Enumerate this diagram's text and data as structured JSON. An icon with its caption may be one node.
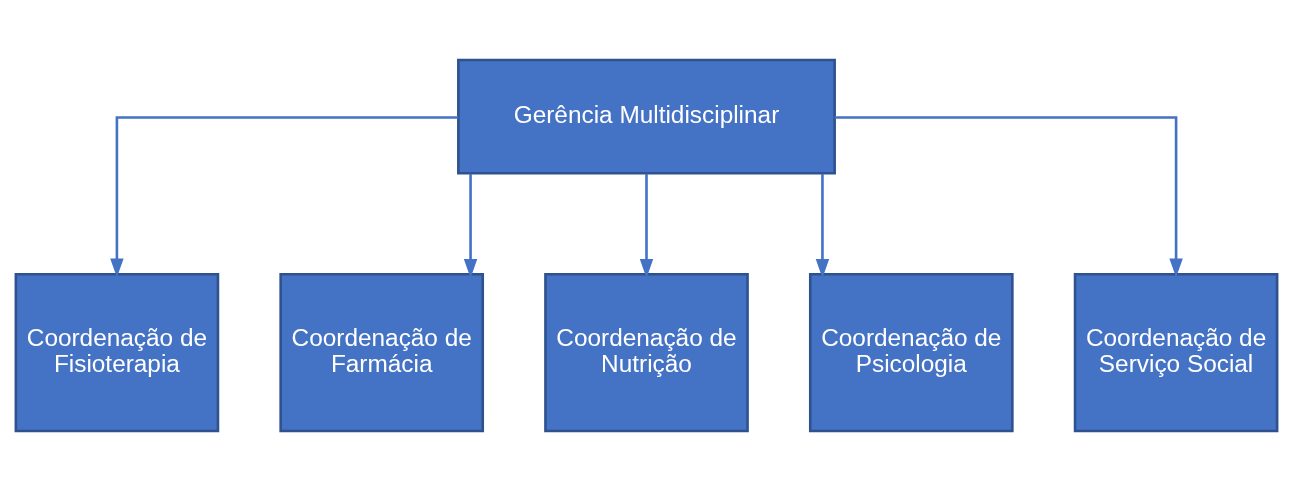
{
  "diagram": {
    "nodes": [
      {
        "text": [
          "Gerência Multidisciplinar"
        ]
      },
      {
        "text": [
          "Coordenação de Fisioterapia"
        ]
      },
      {
        "text": [
          "Coordenação de Farmácia"
        ]
      },
      {
        "text": [
          "Coordenação de Nutrição"
        ]
      },
      {
        "text": [
          "Coordenação de Psicologia"
        ]
      },
      {
        "text": [
          "Coordenação de Serviço Social"
        ]
      }
    ],
    "edges": [
      {
        "from": 0,
        "to": 1,
        "arrow": "to"
      },
      {
        "from": 0,
        "to": 2,
        "arrow": "to"
      },
      {
        "from": 0,
        "to": 3,
        "arrow": "to"
      },
      {
        "from": 0,
        "to": 4,
        "arrow": "to"
      },
      {
        "from": 0,
        "to": 5,
        "arrow": "to"
      }
    ]
  }
}
